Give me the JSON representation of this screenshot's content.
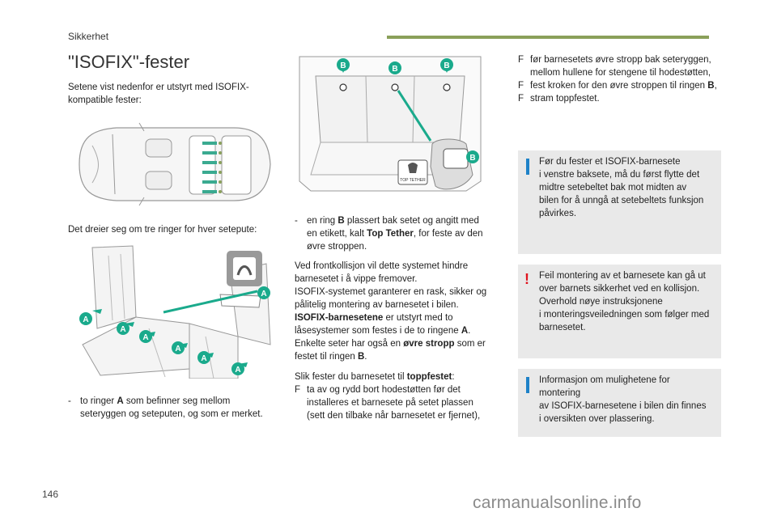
{
  "header": {
    "section": "Sikkerhet"
  },
  "title": "\"ISOFIX\"-fester",
  "left": {
    "intro": "Setene vist nedenfor er utstyrt med ISOFIX-kompatible fester:",
    "intro_l1": "Setene vist nedenfor er utstyrt med ISOFIX-",
    "intro_l2": "kompatible fester:",
    "rings": "Det dreier seg om tre ringer for hver setepute:",
    "ringA_dash": "-",
    "ringA_pre": "to ringer ",
    "ringA_letter": "A",
    "ringA_post": " som befinner seg mellom",
    "ringA_l2": "seteryggen og seteputen, og som er merket."
  },
  "middle": {
    "ringB_dash": "-",
    "ringB_pre": "en ring ",
    "ringB_letter": "B",
    "ringB_post": " plassert bak setet og angitt med",
    "ringB_l2_pre": "en etikett, kalt ",
    "ringB_l2_bold": "Top Tether",
    "ringB_l2_post": ", for feste av den",
    "ringB_l3": "øvre stroppen.",
    "para_l1": "Ved frontkollisjon vil dette systemet hindre",
    "para_l2": "barnesetet i å vippe fremover.",
    "para_l3": "ISOFIX-systemet garanterer en rask, sikker og",
    "para_l4": "pålitelig montering av barnesetet i bilen.",
    "para_l5_bold": "ISOFIX-barnesetene",
    "para_l5_post": " er utstyrt med to",
    "para_l6_pre": "låsesystemer som festes i de to ringene ",
    "para_l6_bold": "A",
    "para_l6_post": ".",
    "para_l7_pre": "Enkelte seter har også en ",
    "para_l7_bold": "øvre stropp",
    "para_l7_post": " som er",
    "para_l8_pre": "festet til ringen ",
    "para_l8_bold": "B",
    "para_l8_post": ".",
    "top_l1_pre": "Slik fester du barnesetet til ",
    "top_l1_bold": "toppfestet",
    "top_l1_post": ":",
    "step_marker": "F",
    "step1_l1": "ta av og rydd bort hodestøtten før det",
    "step1_l2": "installeres et barnesete på setet plassen",
    "step1_l3": "(sett den tilbake når barnesetet er fjernet),"
  },
  "right": {
    "step2_l1": "før barnesetets øvre stropp bak seteryggen,",
    "step2_l2": "mellom hullene for stengene til hodestøtten,",
    "step3_pre": "fest kroken for den øvre stroppen til ringen ",
    "step3_bold": "B",
    "step3_post": ",",
    "step4": "stram toppfestet.",
    "note1_l1": "Før du fester et ISOFIX-barnesete",
    "note1_l2": "i venstre baksete, må du først flytte det",
    "note1_l3": "midtre setebeltet bak mot midten av",
    "note1_l4": "bilen for å unngå at setebeltets funksjon",
    "note1_l5": "påvirkes.",
    "warn_mark": "!",
    "warn_l1": "Feil montering av et barnesete kan gå ut",
    "warn_l2": "over barnets sikkerhet ved en kollisjon.",
    "warn_l3": "Overhold nøye instruksjonene",
    "warn_l4": "i monteringsveiledningen som følger med",
    "warn_l5": "barnesetet.",
    "note2_l1": "Informasjon om mulighetene for montering",
    "note2_l2": "av ISOFIX-barnesetene i bilen din finnes",
    "note2_l3": "i oversikten over plassering."
  },
  "figures": {
    "label_a": "A",
    "label_b": "B",
    "tag_text": "TOP TETHER"
  },
  "footer": {
    "page_number": "146",
    "watermark": "carmanualsonline.info"
  },
  "colors": {
    "accent": "#8aa05a",
    "callout": "#1aaa8c",
    "note_bar": "#1e82c8",
    "warning": "#e0141e",
    "note_bg": "#e9e9e9"
  }
}
